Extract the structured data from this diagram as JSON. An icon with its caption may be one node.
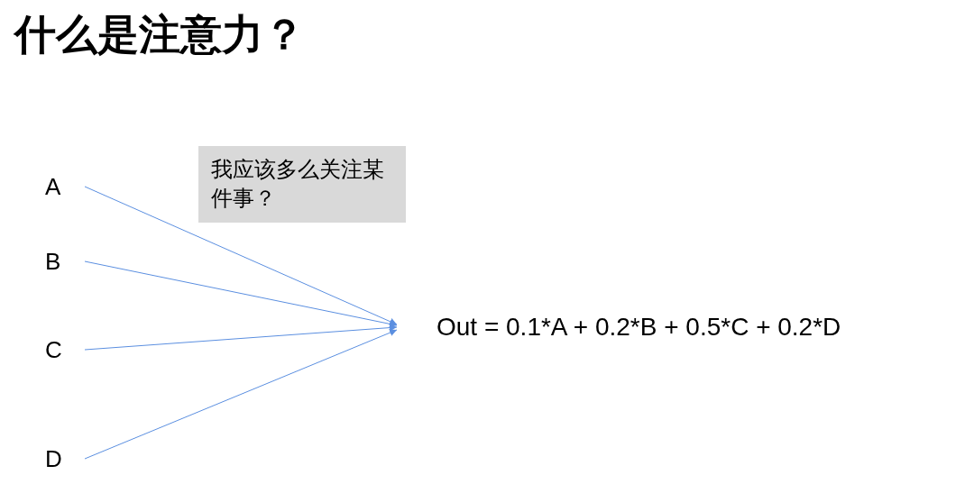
{
  "diagram": {
    "title": "什么是注意力？",
    "nodes": [
      {
        "text": [
          "A"
        ]
      },
      {
        "text": [
          "B"
        ]
      },
      {
        "text": [
          "C"
        ]
      },
      {
        "text": [
          "D"
        ]
      },
      {
        "text": [
          "我应该多么关注某件事？"
        ]
      },
      {
        "text": [
          "Out = 0.1*A + 0.2*B + 0.5*C + 0.2*D"
        ]
      }
    ],
    "edges": [
      {
        "from": 0,
        "to": 5,
        "arrow": "to"
      },
      {
        "from": 1,
        "to": 5,
        "arrow": "to"
      },
      {
        "from": 2,
        "to": 5,
        "arrow": "to"
      },
      {
        "from": 3,
        "to": 5,
        "arrow": "to"
      }
    ]
  }
}
